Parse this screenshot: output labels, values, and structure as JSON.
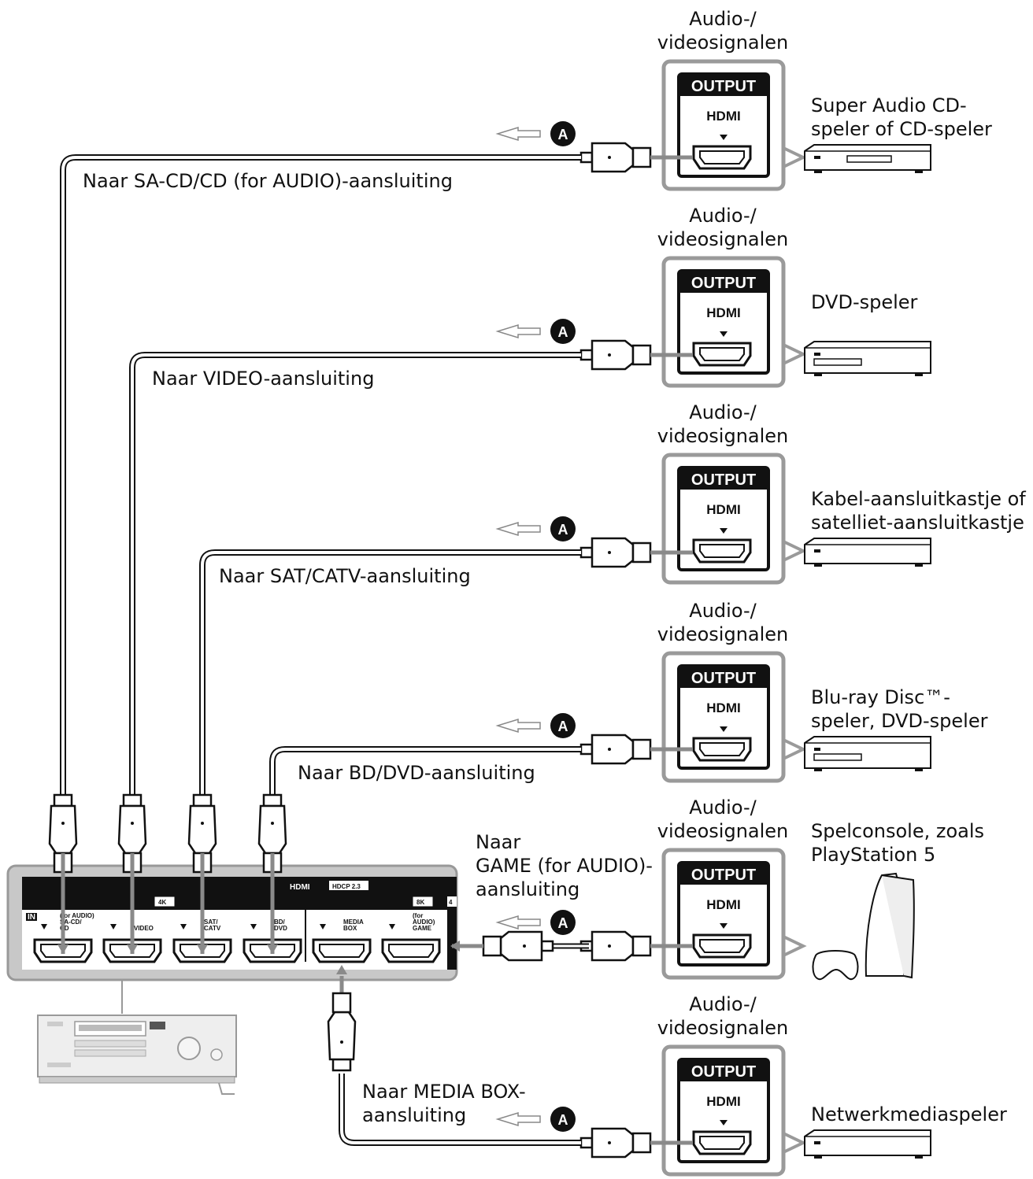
{
  "sources": [
    {
      "id": "sacd",
      "signal_label": "Audio-/\nvideosignalen",
      "device_label": "Super Audio CD-\nspeler of CD-speler",
      "connection_label": "Naar SA-CD/CD (for AUDIO)-aansluiting"
    },
    {
      "id": "video",
      "signal_label": "Audio-/\nvideosignalen",
      "device_label": "DVD-speler",
      "connection_label": "Naar VIDEO-aansluiting"
    },
    {
      "id": "sat",
      "signal_label": "Audio-/\nvideosignalen",
      "device_label": "Kabel-aansluitkastje of\nsatelliet-aansluitkastje",
      "connection_label": "Naar SAT/CATV-aansluiting"
    },
    {
      "id": "bd",
      "signal_label": "Audio-/\nvideosignalen",
      "device_label": "Blu-ray Disc™-\nspeler, DVD-speler",
      "connection_label": "Naar BD/DVD-aansluiting"
    },
    {
      "id": "game",
      "signal_label": "Audio-/\nvideosignalen",
      "device_label": "Spelconsole, zoals\nPlayStation 5",
      "connection_label": "Naar\nGAME (for AUDIO)-\naansluiting"
    },
    {
      "id": "media",
      "signal_label": "Audio-/\nvideosignalen",
      "device_label": "Netwerkmediaspeler",
      "connection_label": "Naar MEDIA BOX-\naansluiting"
    }
  ],
  "output_panel": {
    "header": "OUTPUT",
    "port_label": "HDMI"
  },
  "cable_marker": "A",
  "receiver_panel": {
    "title": "HDMI",
    "hdcp_badge": "HDCP 2.3",
    "group_4k": "4K",
    "group_8k": "8K",
    "group_8k_next": "4",
    "port_labels": [
      "(for AUDIO)\nSA-CD/\nCD",
      "VIDEO",
      "SAT/\nCATV",
      "BD/\nDVD",
      "MEDIA\nBOX",
      "(for\nAUDIO)\nGAME"
    ],
    "in_badge": "IN"
  },
  "colors": {
    "line": "#111111",
    "cable": "#8a8a8a",
    "panel_border": "#9a9a9a",
    "dark": "#111111"
  }
}
